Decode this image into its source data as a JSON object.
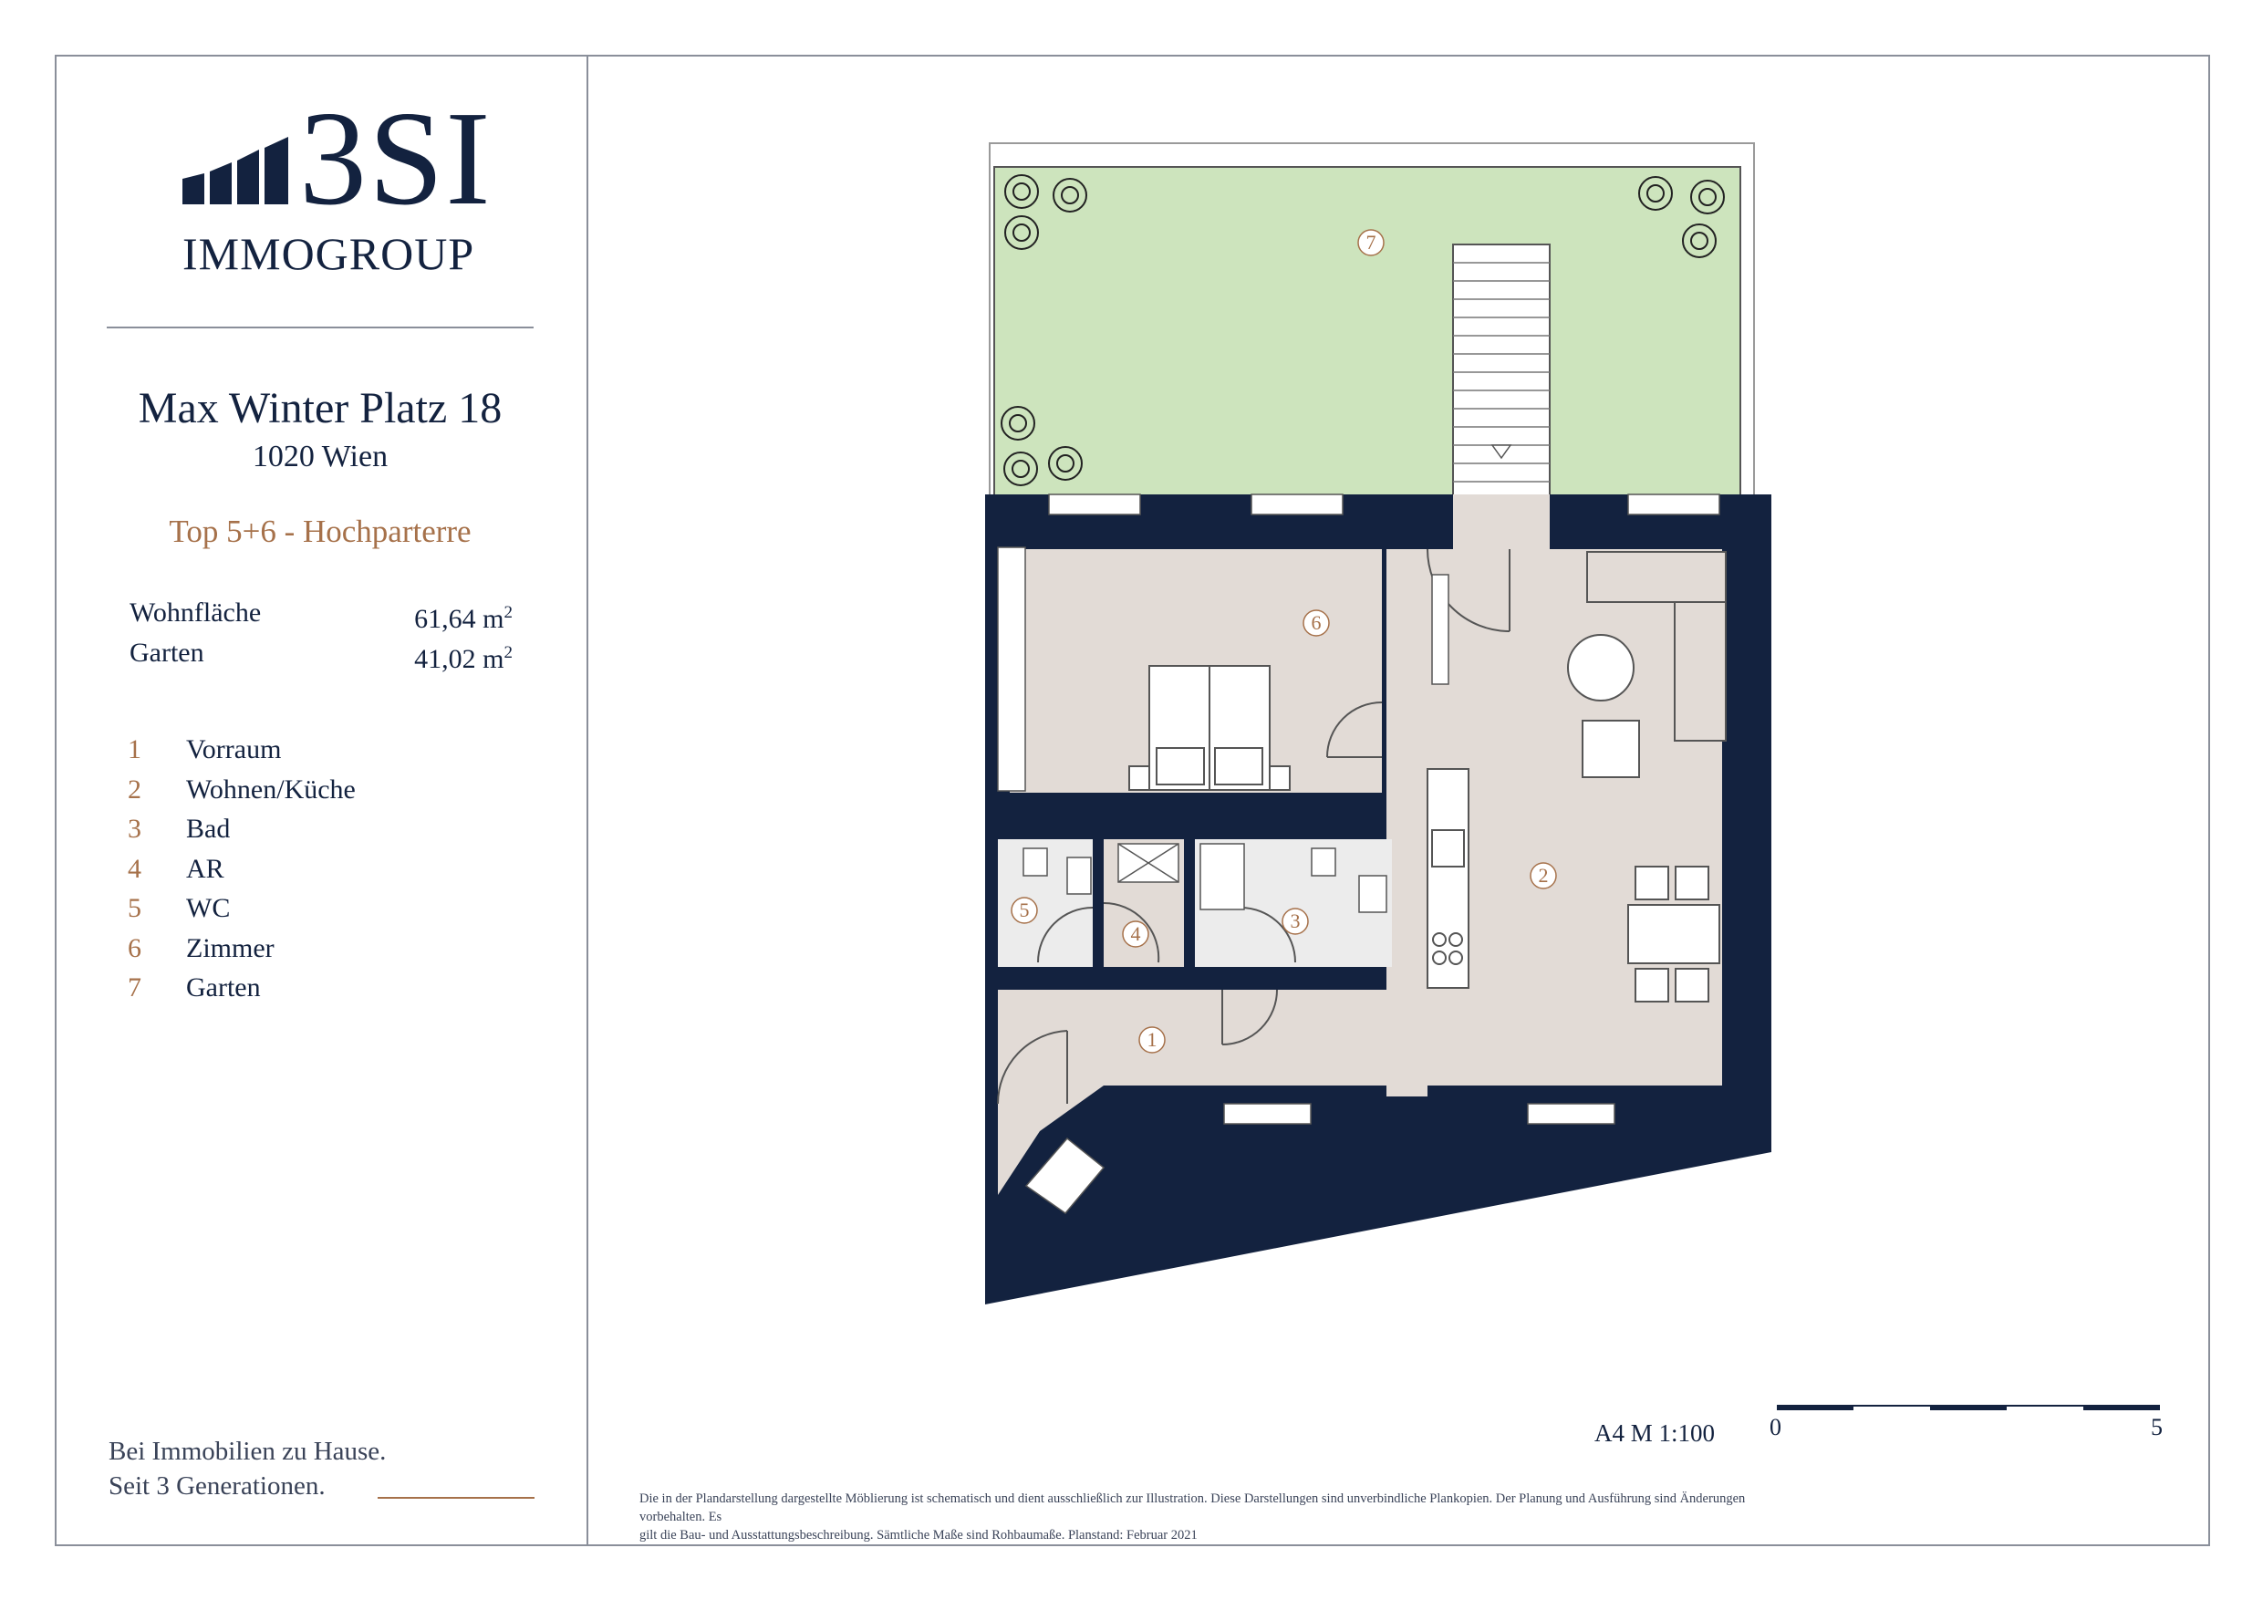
{
  "brand": {
    "logo_main": "3SI",
    "logo_sub": "IMMOGROUP"
  },
  "property": {
    "street": "Max Winter Platz 18",
    "city": "1020 Wien",
    "unit": "Top 5+6 - Hochparterre"
  },
  "areas": [
    {
      "label": "Wohnfläche",
      "value": "61,64 m",
      "unit_exp": "2"
    },
    {
      "label": "Garten",
      "value": "41,02 m",
      "unit_exp": "2"
    }
  ],
  "rooms": [
    {
      "num": "1",
      "name": "Vorraum"
    },
    {
      "num": "2",
      "name": "Wohnen/Küche"
    },
    {
      "num": "3",
      "name": "Bad"
    },
    {
      "num": "4",
      "name": "AR"
    },
    {
      "num": "5",
      "name": "WC"
    },
    {
      "num": "6",
      "name": "Zimmer"
    },
    {
      "num": "7",
      "name": "Garten"
    }
  ],
  "tagline": {
    "line1": "Bei Immobilien zu Hause.",
    "line2": "Seit 3 Generationen."
  },
  "scale": {
    "label": "A4  M 1:100",
    "start": "0",
    "end": "5"
  },
  "disclaimer": {
    "line1": "Die in der Plandarstellung dargestellte Möblierung ist schematisch und dient ausschließlich zur Illustration. Diese Darstellungen sind unverbindliche Plankopien. Der Planung und Ausführung sind Änderungen vorbehalten. Es",
    "line2": "gilt die Bau- und Ausstattungsbeschreibung. Sämtliche Maße sind Rohbaumaße. Planstand: Februar 2021"
  },
  "plan_labels": {
    "garden": "7",
    "bedroom": "6",
    "living": "2",
    "bath": "3",
    "storage": "4",
    "wc": "5",
    "hall": "1"
  },
  "colors": {
    "navy": "#13223f",
    "accent": "#a6714a",
    "garden": "#cde4bd",
    "floor": "#e2dbd6",
    "wet": "#ececec"
  }
}
